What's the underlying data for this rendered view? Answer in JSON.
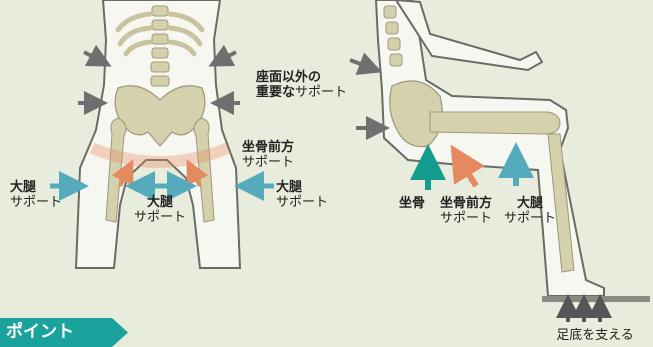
{
  "labels": {
    "important_support_l1": "座面以外の",
    "important_support_l2a": "重要な",
    "important_support_l2b": "サポート",
    "front_ischium_title": "坐骨前方",
    "front_ischium_sub": "サポート",
    "thigh_left_title": "大腿",
    "thigh_left_sub": "サポート",
    "thigh_center_title": "大腿",
    "thigh_center_sub": "サポート",
    "thigh_right_title": "大腿",
    "thigh_right_sub": "サポート",
    "ischium": "坐骨",
    "side_front_ischium_title": "坐骨前方",
    "side_front_ischium_sub": "サポート",
    "side_thigh_title": "大腿",
    "side_thigh_sub": "サポート",
    "sole_support": "足底を支える",
    "point_tag": "ポイント"
  },
  "colors": {
    "background": "#e8ecdc",
    "body_fill": "#f7f7f2",
    "outline": "#6b6b66",
    "bone": "#d6d1ad",
    "arrow_gray": "#6f6f6f",
    "arrow_teal": "#55abbc",
    "arrow_green": "#139c8e",
    "arrow_orange": "#e58a5f",
    "tag_bg": "#1aa39c"
  }
}
